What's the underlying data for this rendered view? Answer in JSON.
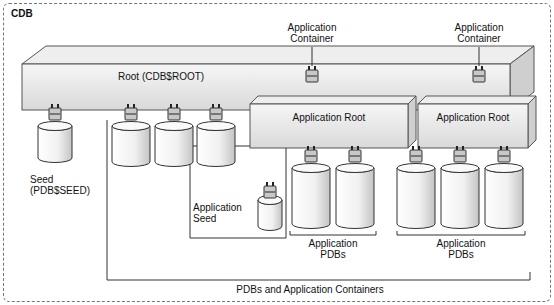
{
  "diagram": {
    "nodes": [
      {
        "text": [
          "CDB"
        ]
      },
      {
        "text": [
          "Root (CDB$ROOT)"
        ],
        "in": 0
      },
      {
        "text": [
          "Seed (PDB$SEED)"
        ],
        "in": 0
      },
      {
        "text": [
          "Application Root"
        ],
        "in": 0
      },
      {
        "text": [
          "Application Seed"
        ],
        "in": 0
      },
      {
        "text": [
          "Application Root"
        ],
        "in": 0
      }
    ],
    "labels": [
      "Application Container",
      "Application Container",
      "Application PDBs",
      "Application PDBs",
      "PDBs and Application Containers"
    ]
  }
}
